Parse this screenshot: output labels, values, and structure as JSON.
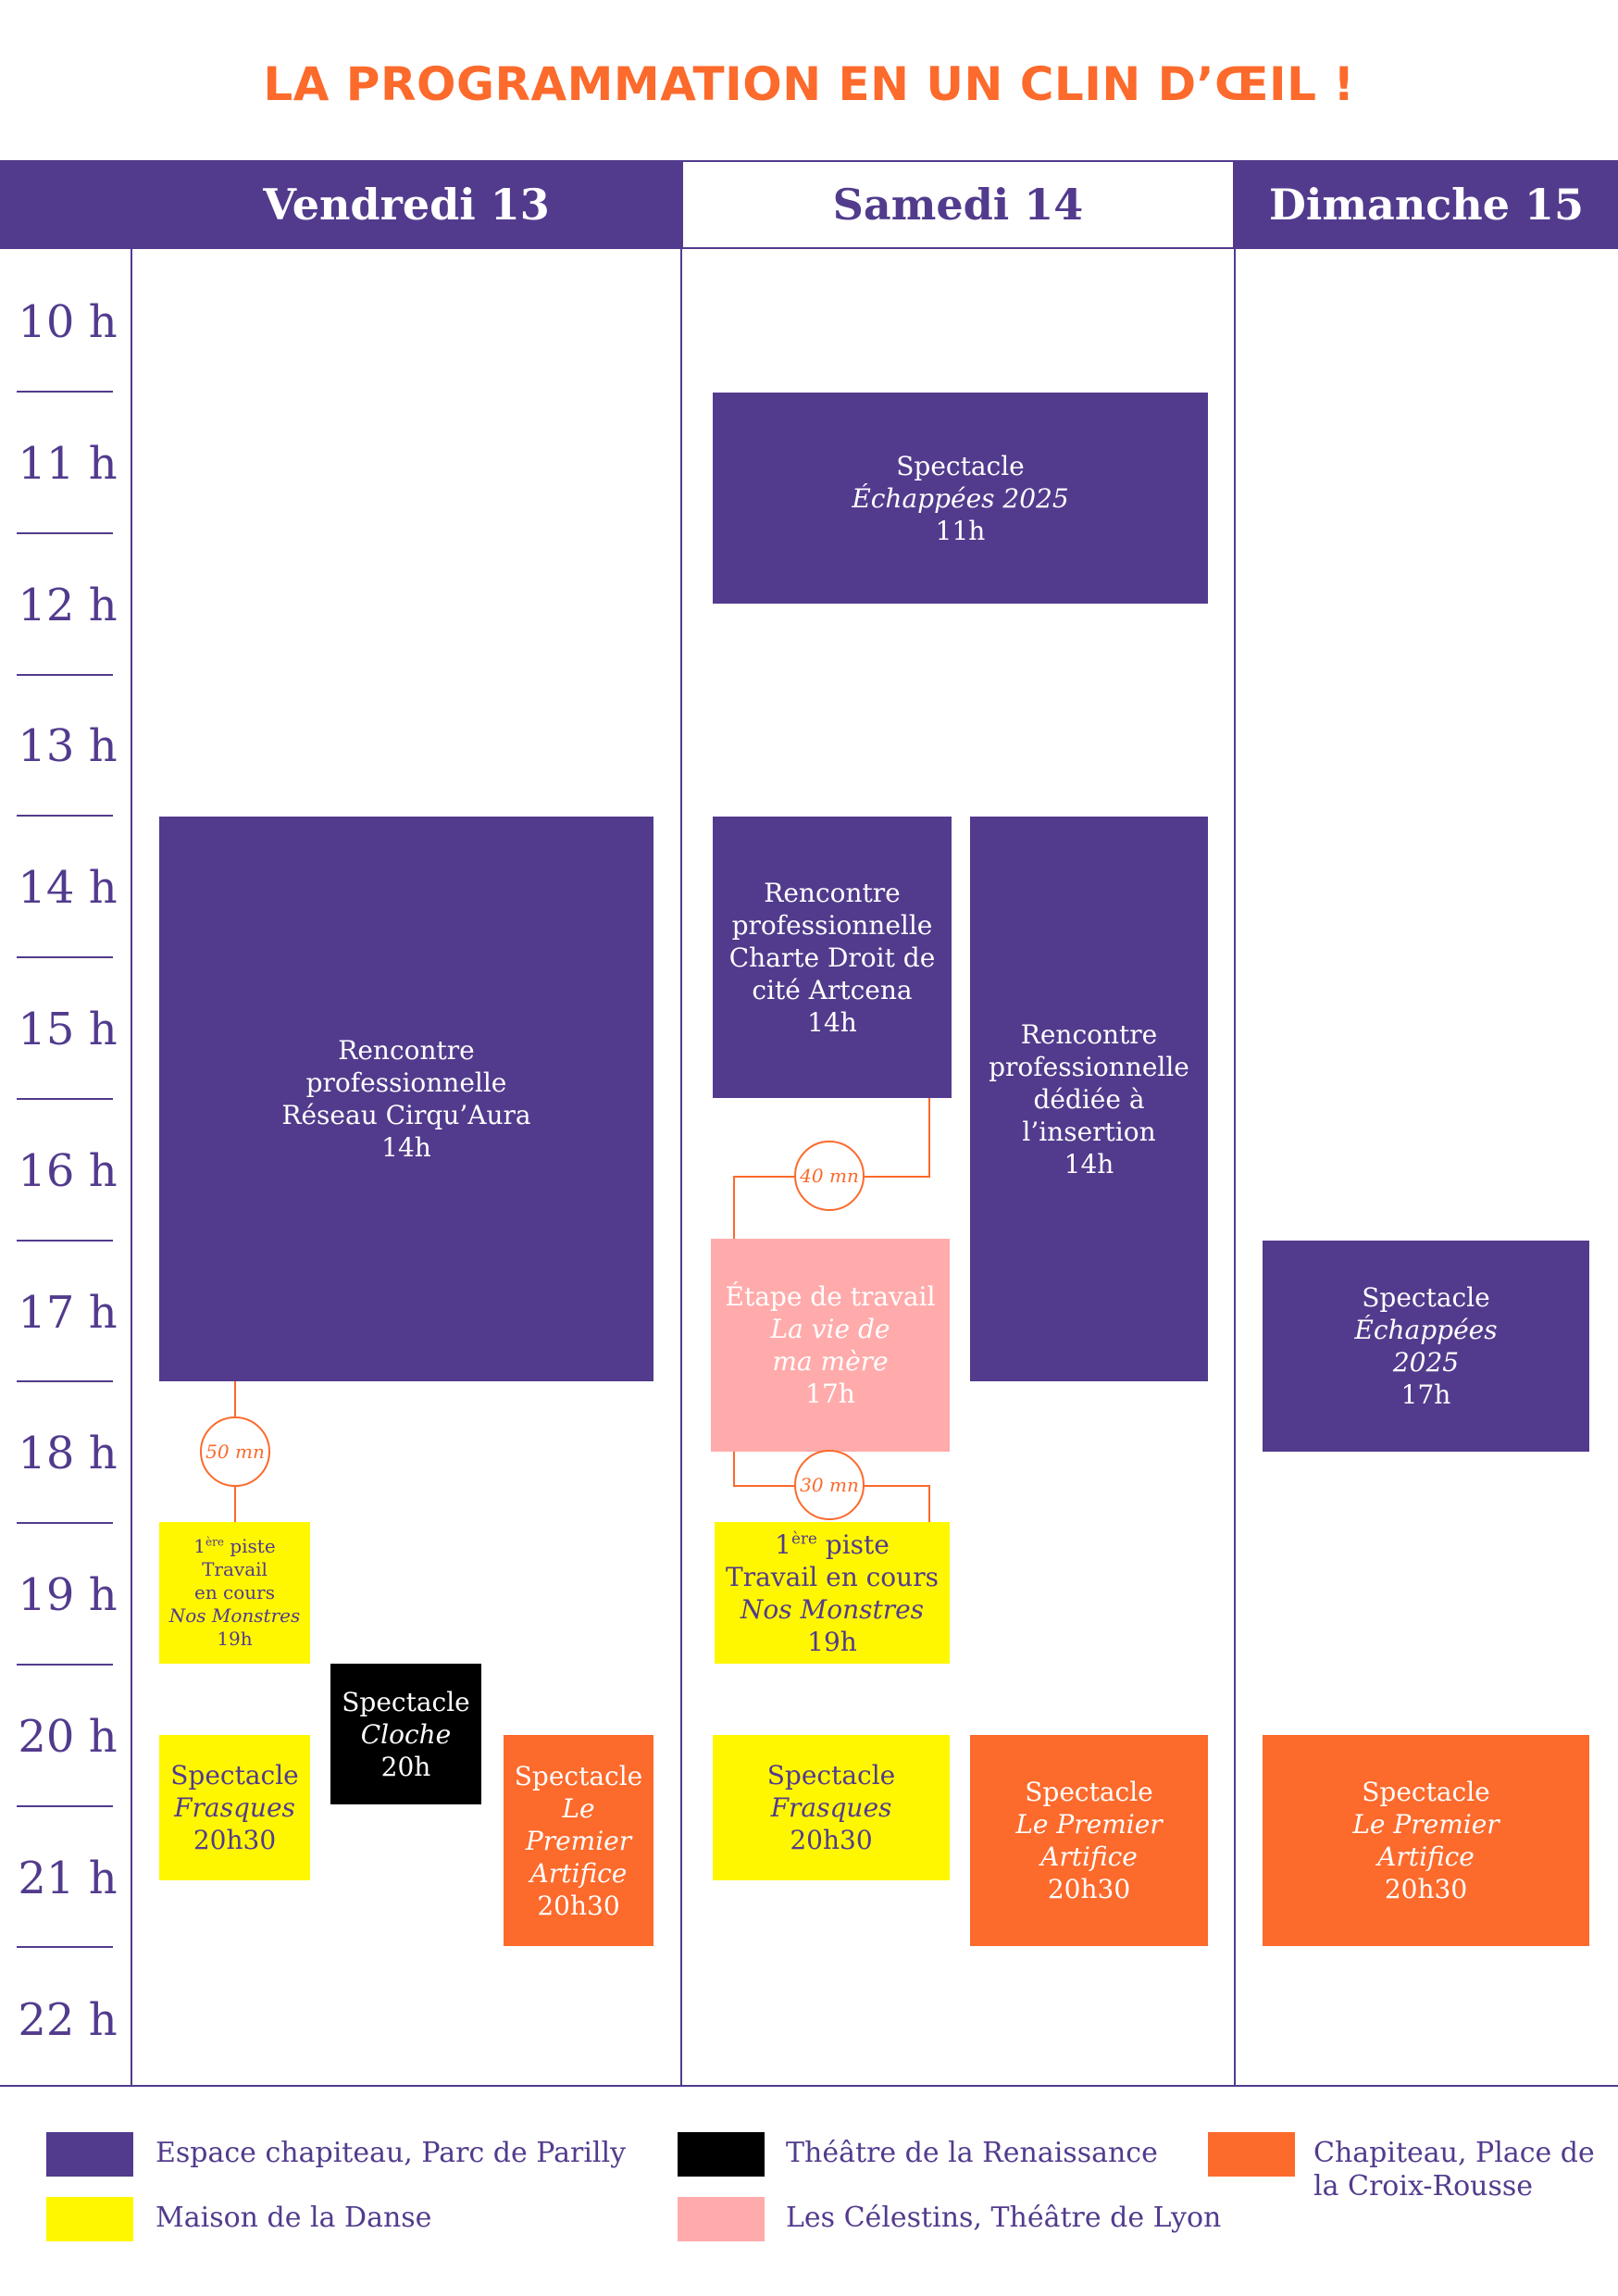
{
  "title": "LA PROGRAMMATION EN UN CLIN D’ŒIL !",
  "days": [
    "Vendredi 13",
    "Samedi 14",
    "Dimanche 15"
  ],
  "hours": [
    "10 h",
    "11 h",
    "12 h",
    "13 h",
    "14 h",
    "15 h",
    "16 h",
    "17 h",
    "18 h",
    "19 h",
    "20 h",
    "21 h",
    "22 h"
  ],
  "colors": {
    "purple": "#523b8d",
    "yellow": "#fff700",
    "black": "#000000",
    "pink": "#ffabab",
    "orange": "#fc6a2c"
  },
  "events": {
    "sam_echappees": {
      "l1": "Spectacle",
      "l2": "Échappées 2025",
      "l3": "11h"
    },
    "ven_rencontre": {
      "l1": "Rencontre",
      "l2": "professionnelle",
      "l3": "Réseau Cirqu’Aura",
      "l4": "14h"
    },
    "sam_charte": {
      "l1": "Rencontre",
      "l2": "professionnelle",
      "l3": "Charte Droit de",
      "l4": "cité Artcena",
      "l5": "14h"
    },
    "sam_insertion": {
      "l1": "Rencontre",
      "l2": "professionnelle",
      "l3": "dédiée à",
      "l4": "l’insertion",
      "l5": "14h"
    },
    "sam_etape": {
      "l1": "Étape de travail",
      "l2": "La vie de",
      "l3": "ma mère",
      "l4": "17h"
    },
    "dim_echappees": {
      "l1": "Spectacle",
      "l2": "Échappées",
      "l3": "2025",
      "l4": "17h"
    },
    "ven_piste": {
      "ord": "1",
      "sup": "ère",
      "l1": "piste",
      "l2": "Travail",
      "l3": "en cours",
      "l4": "Nos Monstres",
      "l5": "19h"
    },
    "sam_piste": {
      "ord": "1",
      "sup": "ère",
      "l1": "piste",
      "l2": "Travail en cours",
      "l3": "Nos Monstres",
      "l4": "19h"
    },
    "ven_cloche": {
      "l1": "Spectacle",
      "l2": "Cloche",
      "l3": "20h"
    },
    "ven_frasques": {
      "l1": "Spectacle",
      "l2": "Frasques",
      "l3": "20h30"
    },
    "ven_artifice": {
      "l1": "Spectacle",
      "l2": "Le Premier",
      "l3": "Artifice",
      "l4": "20h30"
    },
    "sam_frasques": {
      "l1": "Spectacle",
      "l2": "Frasques",
      "l3": "20h30"
    },
    "sam_artifice": {
      "l1": "Spectacle",
      "l2": "Le Premier",
      "l3": "Artifice",
      "l4": "20h30"
    },
    "dim_artifice": {
      "l1": "Spectacle",
      "l2": "Le Premier",
      "l3": "Artifice",
      "l4": "20h30"
    }
  },
  "durations": {
    "ven": "50 mn",
    "sam_a": "40 mn",
    "sam_b": "30 mn"
  },
  "legend": {
    "espace": "Espace chapiteau, Parc de Parilly",
    "danse": "Maison de la Danse",
    "renaissance": "Théâtre de la Renaissance",
    "celestins": "Les Célestins, Théâtre de Lyon",
    "croix_l1": "Chapiteau, Place de",
    "croix_l2": "la Croix-Rousse"
  }
}
